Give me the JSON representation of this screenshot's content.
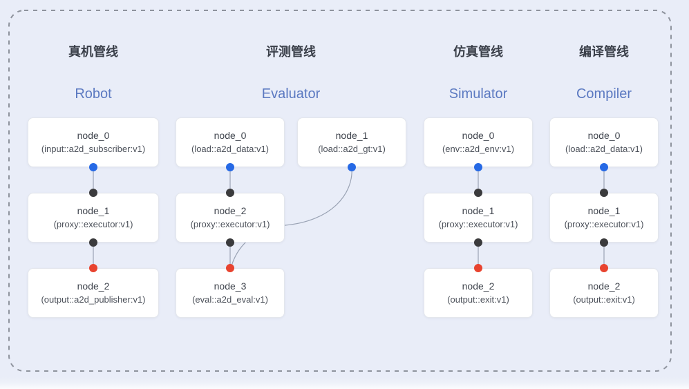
{
  "colors": {
    "background": "#e9edf8",
    "dashed_border": "#8e939d",
    "edge": "#9aa3b4",
    "blue_dot": "#2669e5",
    "black_dot": "#3b3b3d",
    "red_dot": "#e8432f",
    "title_zh": "#3a3f49",
    "title_en": "#5b79c1"
  },
  "pipelines": [
    {
      "title_zh": "真机管线",
      "title_en": "Robot",
      "nodes": [
        {
          "name": "node_0",
          "impl": "(input::a2d_subscriber:v1)"
        },
        {
          "name": "node_1",
          "impl": "(proxy::executor:v1)"
        },
        {
          "name": "node_2",
          "impl": "(output::a2d_publisher:v1)"
        }
      ]
    },
    {
      "title_zh": "评测管线",
      "title_en": "Evaluator",
      "nodes": [
        {
          "name": "node_0",
          "impl": "(load::a2d_data:v1)"
        },
        {
          "name": "node_1",
          "impl": "(load::a2d_gt:v1)"
        },
        {
          "name": "node_2",
          "impl": "(proxy::executor:v1)"
        },
        {
          "name": "node_3",
          "impl": "(eval::a2d_eval:v1)"
        }
      ]
    },
    {
      "title_zh": "仿真管线",
      "title_en": "Simulator",
      "nodes": [
        {
          "name": "node_0",
          "impl": "(env::a2d_env:v1)"
        },
        {
          "name": "node_1",
          "impl": "(proxy::executor:v1)"
        },
        {
          "name": "node_2",
          "impl": "(output::exit:v1)"
        }
      ]
    },
    {
      "title_zh": "编译管线",
      "title_en": "Compiler",
      "nodes": [
        {
          "name": "node_0",
          "impl": "(load::a2d_data:v1)"
        },
        {
          "name": "node_1",
          "impl": "(proxy::executor:v1)"
        },
        {
          "name": "node_2",
          "impl": "(output::exit:v1)"
        }
      ]
    }
  ]
}
